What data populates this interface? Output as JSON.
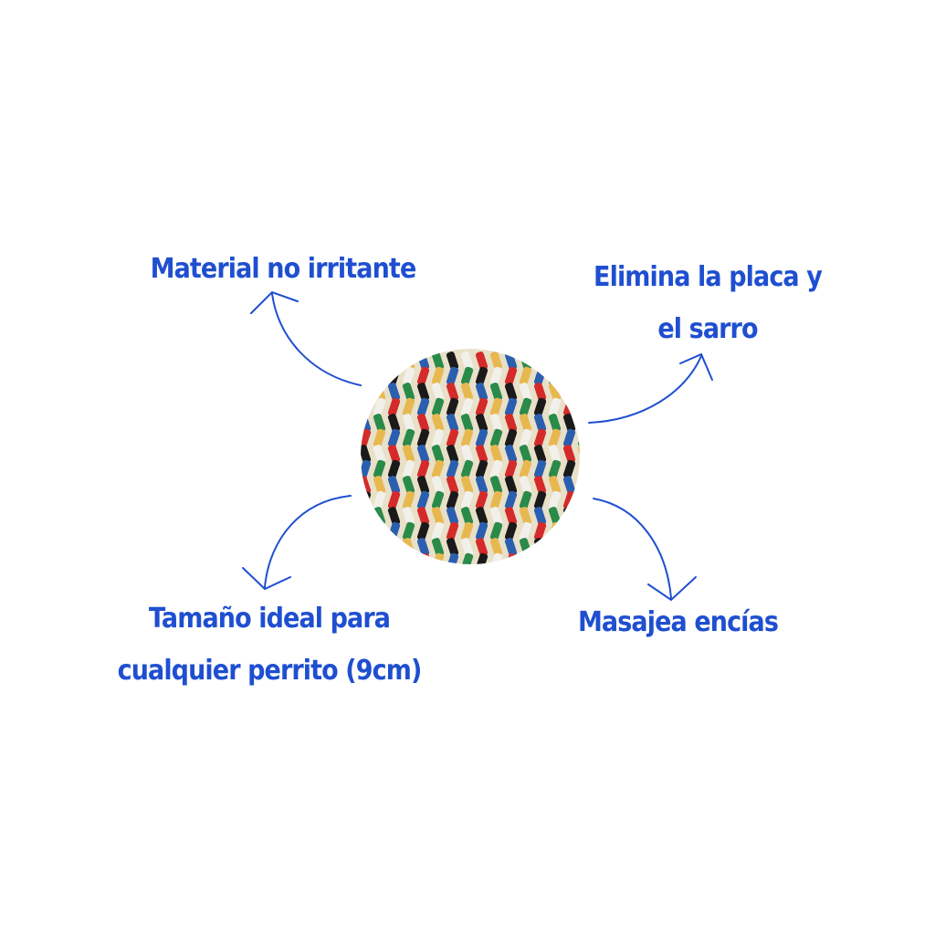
{
  "accent_color": "#1f4fd0",
  "features": {
    "top_left": "Material no irritante",
    "top_right_line1": "Elimina la placa y",
    "top_right_line2": "el sarro",
    "bottom_left_line1": "Tamaño ideal para",
    "bottom_left_line2": "cualquier perrito (9cm)",
    "bottom_right": "Masajea encías"
  },
  "product": {
    "icon": "rope-ball-toy"
  }
}
